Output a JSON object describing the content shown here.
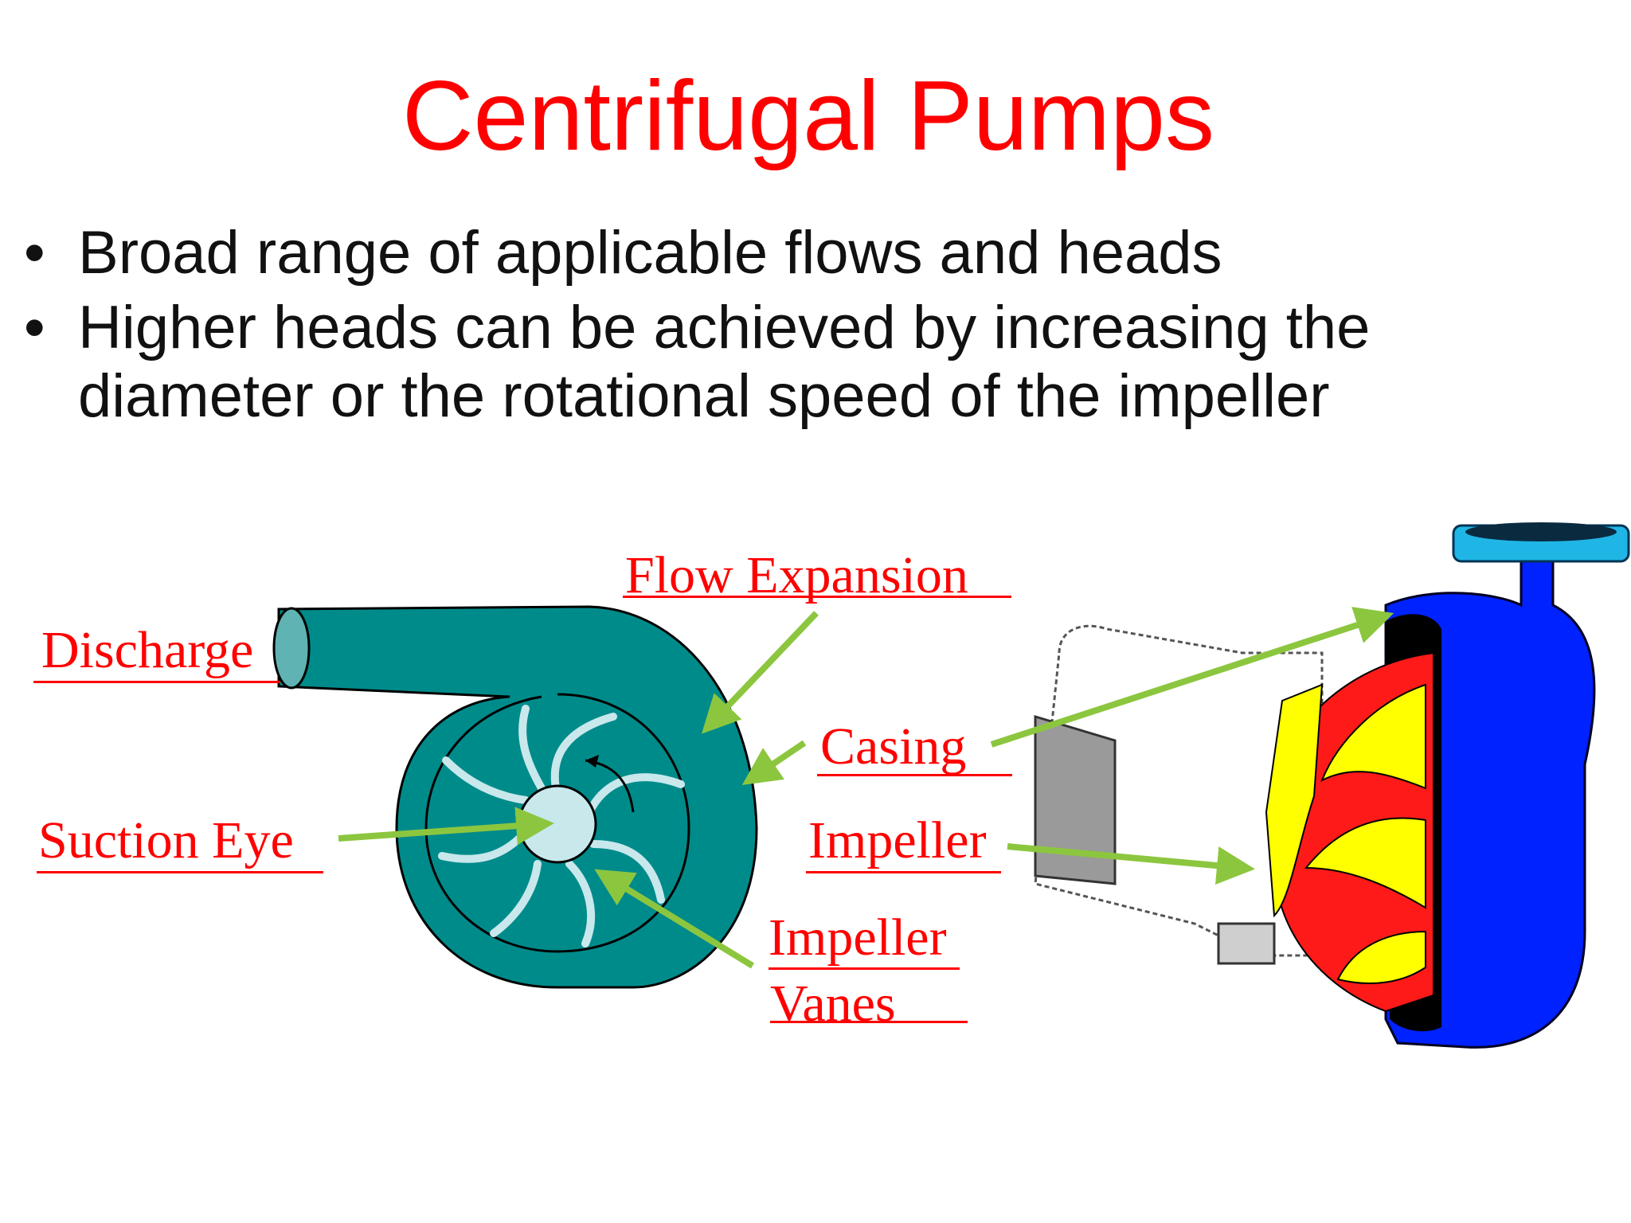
{
  "title": "Centrifugal Pumps",
  "bullets": [
    "Broad range of applicable flows and heads",
    "Higher heads can be achieved by increasing the diameter or the rotational speed of the impeller"
  ],
  "labels": {
    "flow_expansion": "Flow Expansion",
    "discharge": "Discharge",
    "casing": "Casing",
    "suction_eye": "Suction Eye",
    "impeller": "Impeller",
    "impeller_vanes_line1": "Impeller",
    "impeller_vanes_line2": "Vanes"
  },
  "colors": {
    "title": "#ff0000",
    "label": "#ff0000",
    "pump_body": "#008b8b",
    "vanes": "#c8e8ec",
    "arrow": "#8cc63f",
    "casing_blue": "#0022ff",
    "impeller_red": "#ff1a1a",
    "impeller_yellow": "#ffff00"
  }
}
